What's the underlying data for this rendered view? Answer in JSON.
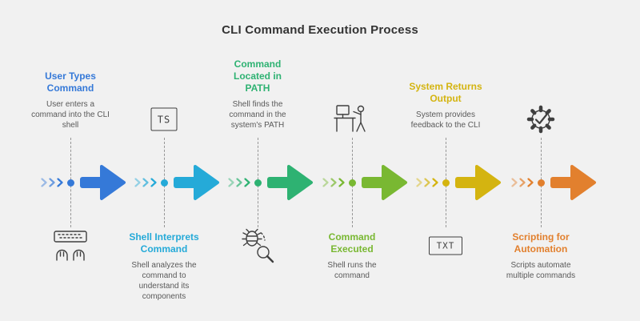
{
  "title": "CLI Command Execution Process",
  "background_color": "#f1f1f1",
  "steps": [
    {
      "title": "User Types Command",
      "description": "User enters a command into the CLI shell",
      "color": "#3579d8",
      "icon": "keyboard-typing-icon",
      "text_position": "above"
    },
    {
      "title": "Shell Interprets Command",
      "description": "Shell analyzes the command to understand its components",
      "color": "#25aad8",
      "icon": "ts-file-icon",
      "icon_label": "TS",
      "text_position": "below"
    },
    {
      "title": "Command Located in PATH",
      "description": "Shell finds the command in the system's PATH",
      "color": "#2eb272",
      "icon": "bug-search-icon",
      "text_position": "above"
    },
    {
      "title": "Command Executed",
      "description": "Shell runs the command",
      "color": "#79b832",
      "icon": "workstation-icon",
      "text_position": "below"
    },
    {
      "title": "System Returns Output",
      "description": "System provides feedback to the CLI",
      "color": "#d4b410",
      "icon": "txt-file-icon",
      "icon_label": "TXT",
      "text_position": "above"
    },
    {
      "title": "Scripting for Automation",
      "description": "Scripts automate multiple commands",
      "color": "#e2802e",
      "icon": "gear-check-icon",
      "text_position": "below"
    }
  ]
}
